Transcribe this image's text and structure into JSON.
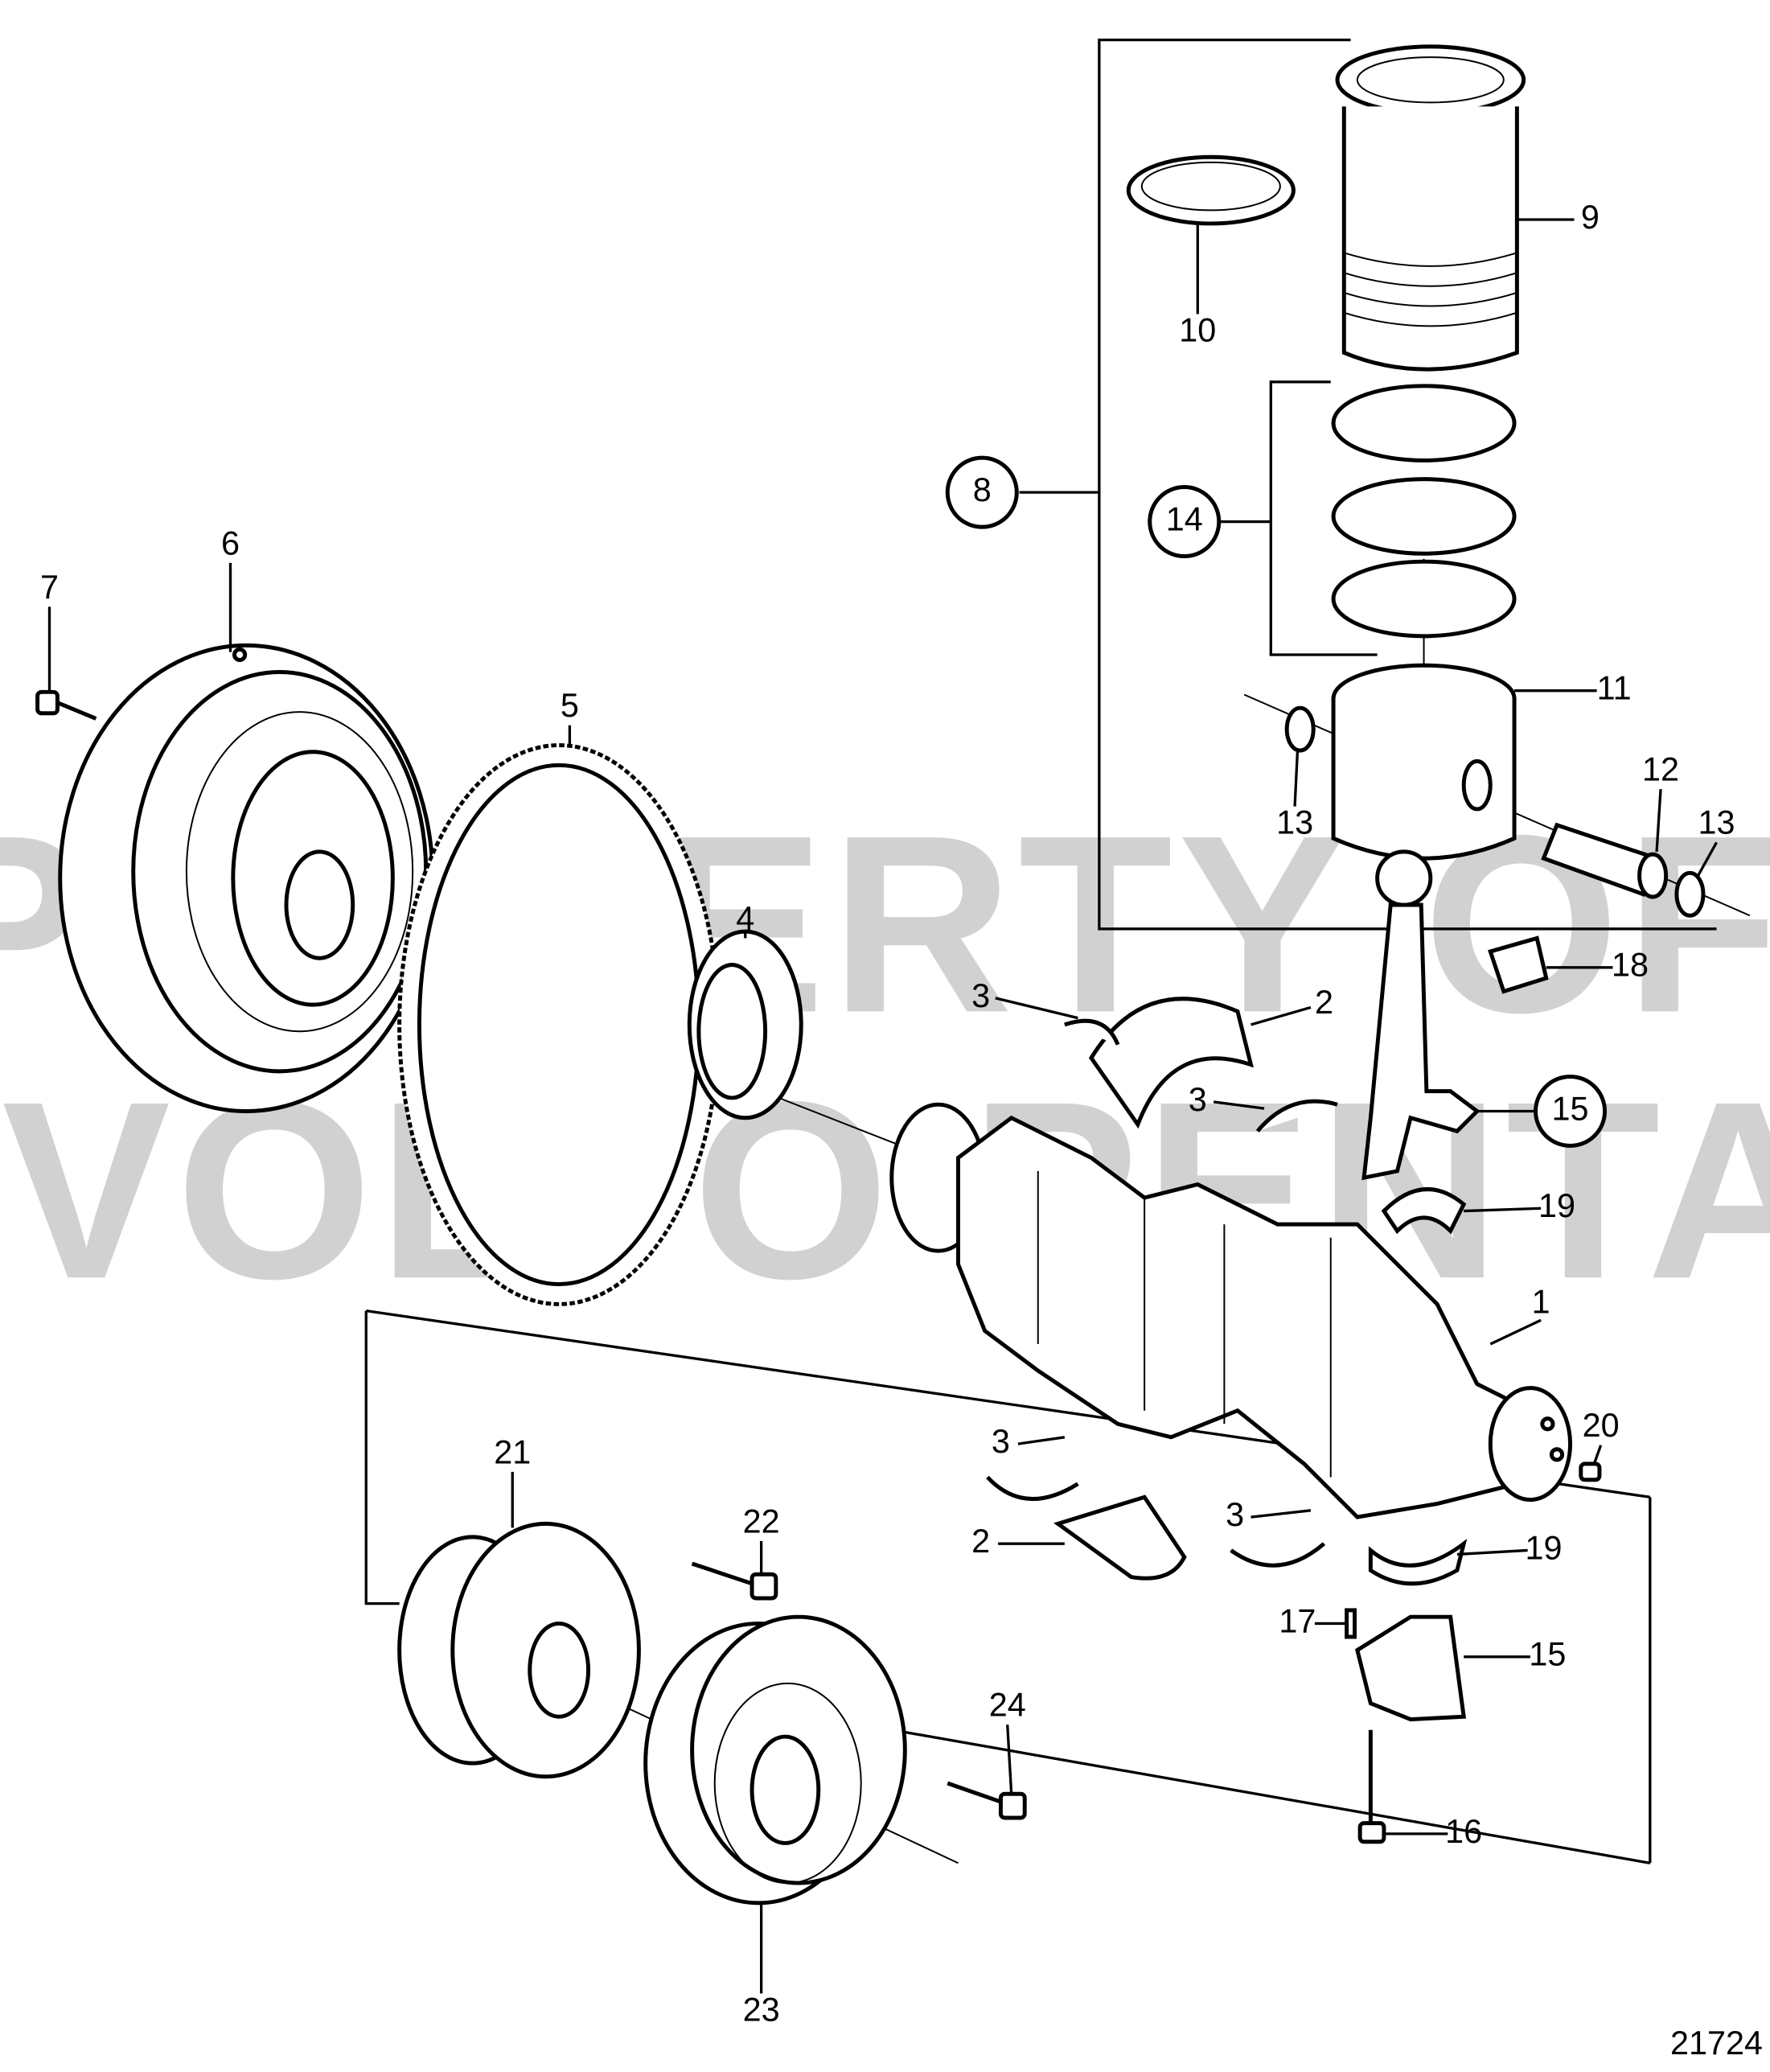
{
  "diagram": {
    "drawing_number": "21724",
    "watermark": [
      "PROPERTY OF",
      "VOLVO PENTA"
    ],
    "callouts": {
      "c1": "1",
      "c2a": "2",
      "c2b": "2",
      "c3a": "3",
      "c3b": "3",
      "c3c": "3",
      "c3d": "3",
      "c4": "4",
      "c5": "5",
      "c6": "6",
      "c7": "7",
      "c8": "8",
      "c9": "9",
      "c10": "10",
      "c11": "11",
      "c12": "12",
      "c13a": "13",
      "c13b": "13",
      "c14": "14",
      "c15a": "15",
      "c15b": "15",
      "c16": "16",
      "c17": "17",
      "c18": "18",
      "c19a": "19",
      "c19b": "19",
      "c20": "20",
      "c21": "21",
      "c22": "22",
      "c23": "23",
      "c24": "24"
    }
  }
}
